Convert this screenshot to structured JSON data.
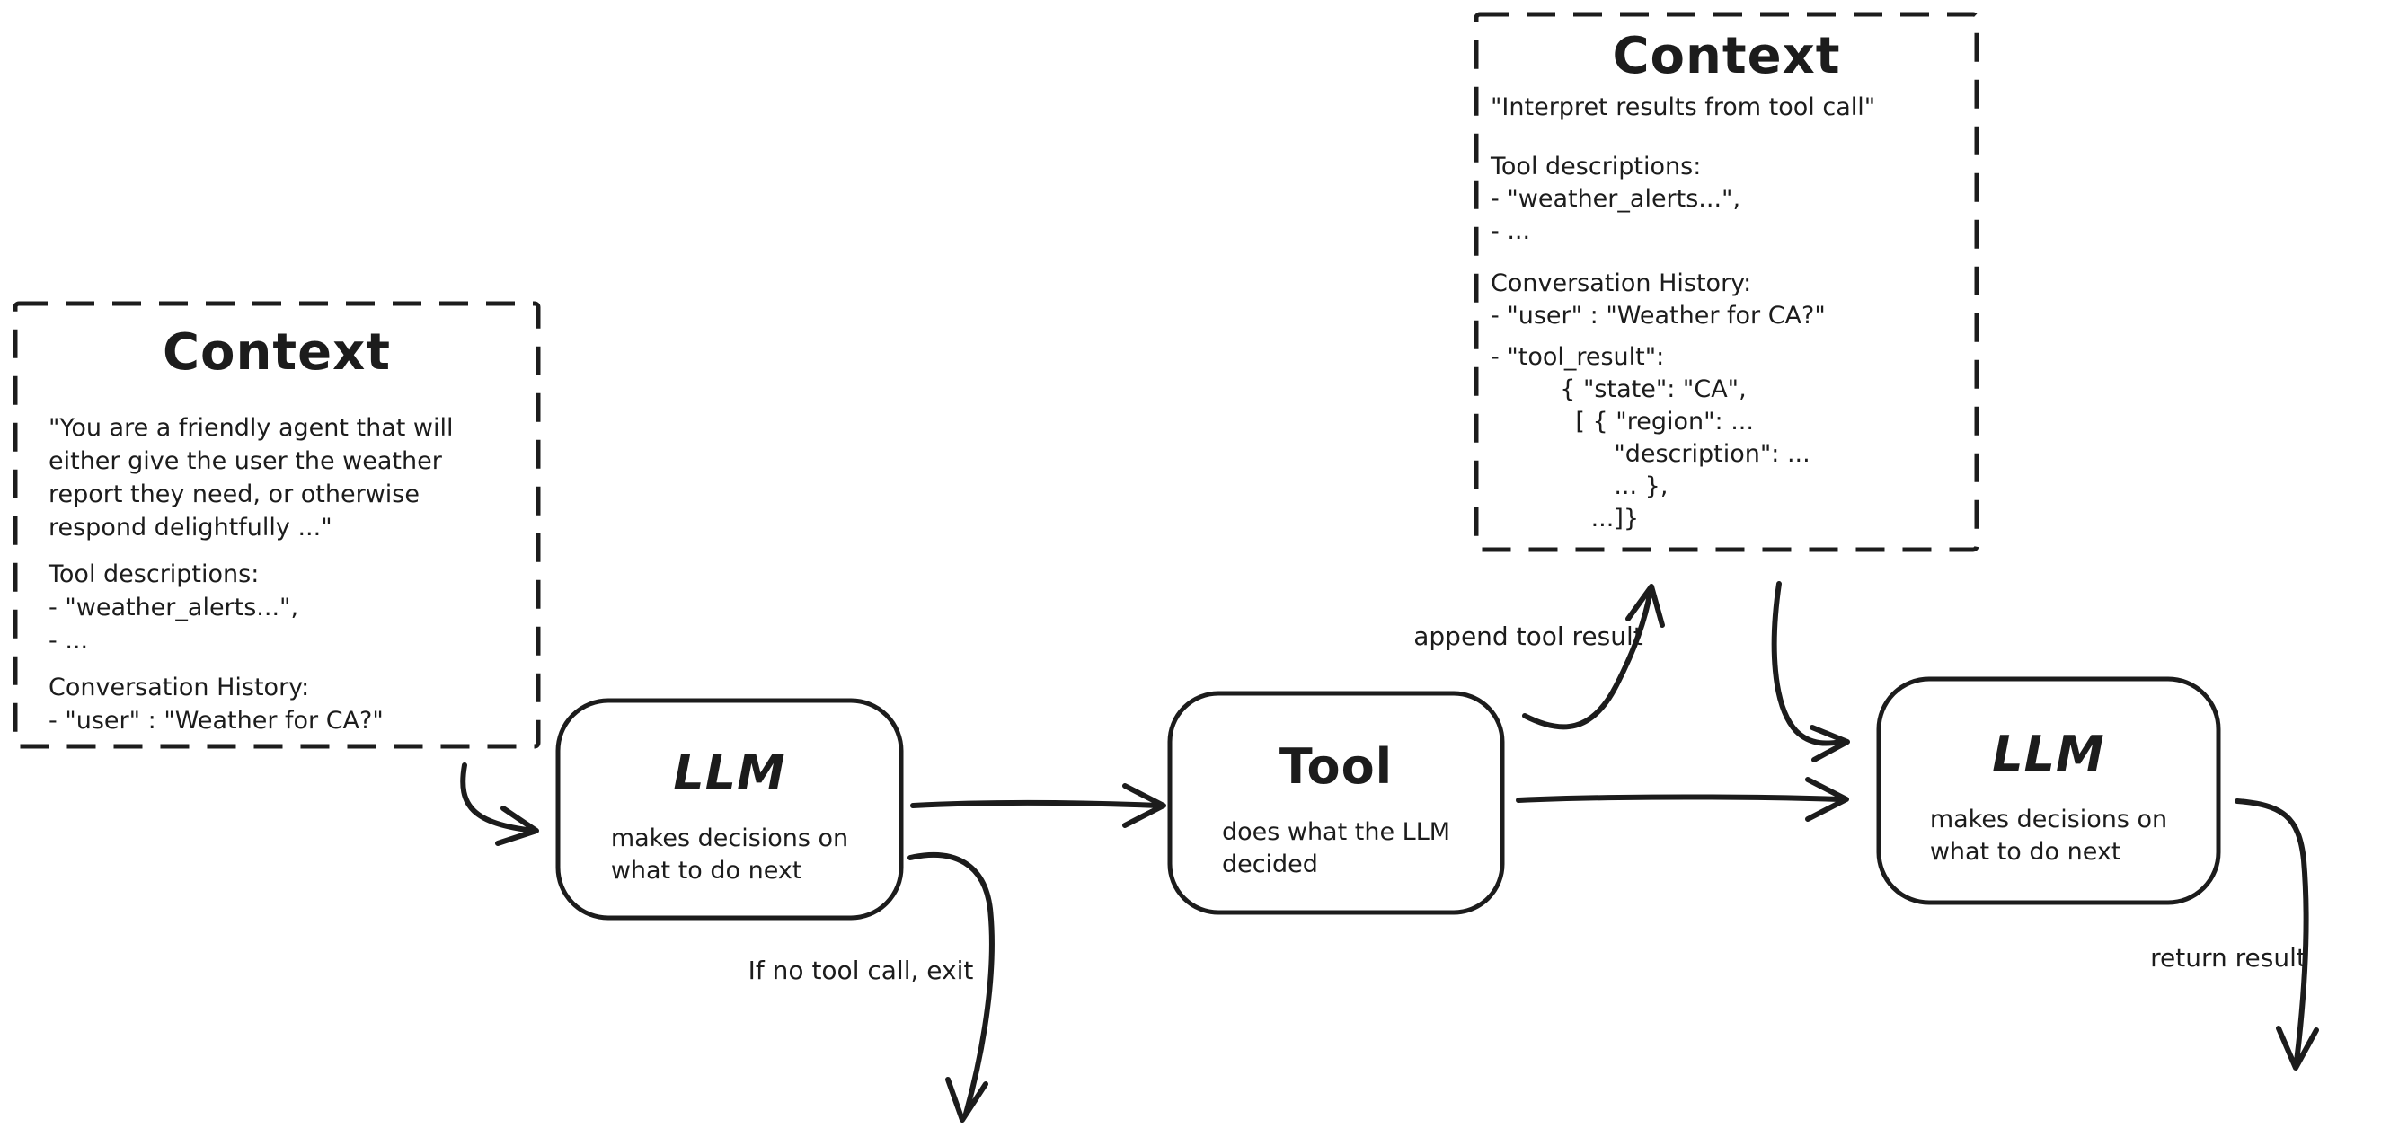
{
  "colors": {
    "ink": "#1c1c1c",
    "background": "#ffffff"
  },
  "context_left": {
    "title": "Context",
    "paragraphs": [
      [
        "\"You are a friendly agent that will",
        "either give the user the weather",
        "report they need, or otherwise",
        "respond delightfully ...\""
      ],
      [
        "Tool descriptions:",
        "- \"weather_alerts...\",",
        "- ..."
      ],
      [
        "Conversation History:",
        "- \"user\" : \"Weather for CA?\""
      ]
    ]
  },
  "context_top": {
    "title": "Context",
    "paragraphs": [
      [
        "\"Interpret results from tool call\""
      ],
      [
        "Tool descriptions:",
        "- \"weather_alerts...\",",
        "- ..."
      ],
      [
        "Conversation History:",
        "- \"user\" : \"Weather for CA?\""
      ],
      [
        "- \"tool_result\":",
        "         { \"state\": \"CA\",",
        "           [ { \"region\": ...",
        "                \"description\": ...",
        "                ... },",
        "             ...]}"
      ]
    ]
  },
  "nodes": {
    "llm1": {
      "title": "LLM",
      "subtitle": "makes decisions on\nwhat to do next"
    },
    "tool": {
      "title": "Tool",
      "subtitle": "does what the LLM\ndecided"
    },
    "llm2": {
      "title": "LLM",
      "subtitle": "makes decisions on\nwhat to do next"
    }
  },
  "edge_labels": {
    "append_tool_result": "append tool result",
    "if_no_tool_call_exit": "If no tool call, exit",
    "return_result": "return result"
  }
}
